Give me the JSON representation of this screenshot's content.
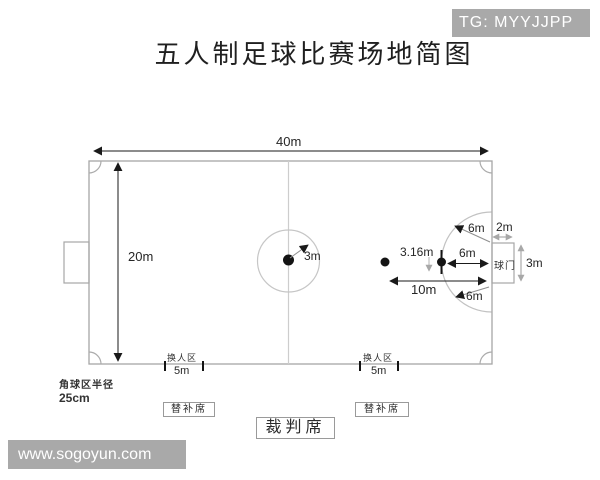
{
  "header": {
    "title": "五人制足球比赛场地简图",
    "badge_text": "TG: MYYJJPP"
  },
  "watermark": {
    "text": "www.sogoyun.com"
  },
  "diagram": {
    "dims": {
      "pitch_length": "40m",
      "pitch_width": "20m",
      "center_circle_radius": "3m",
      "goal_depth": "2m",
      "goal_width": "3m",
      "penalty_arc_radius_top": "6m",
      "penalty_mark_distance": "6m",
      "penalty_arc_radius_bottom": "6m",
      "second_penalty_mark_distance": "10m",
      "mark_offset": "3.16m",
      "sub_zone_length_left": "5m",
      "sub_zone_length_right": "5m"
    },
    "labels": {
      "goal": "球门",
      "sub_zone_left": "换人区",
      "sub_zone_right": "换人区",
      "corner_note_line1": "角球区半径",
      "corner_note_line2": "25cm",
      "bench_left": "替补席",
      "bench_right": "替补席",
      "referee_seat": "裁判席"
    },
    "colors": {
      "field_line": "#a6a6a6",
      "light_line": "#c9c9c9",
      "dimension_line": "#1a1a1a",
      "badge_bg": "#a9a9a9",
      "text": "#262626"
    }
  }
}
